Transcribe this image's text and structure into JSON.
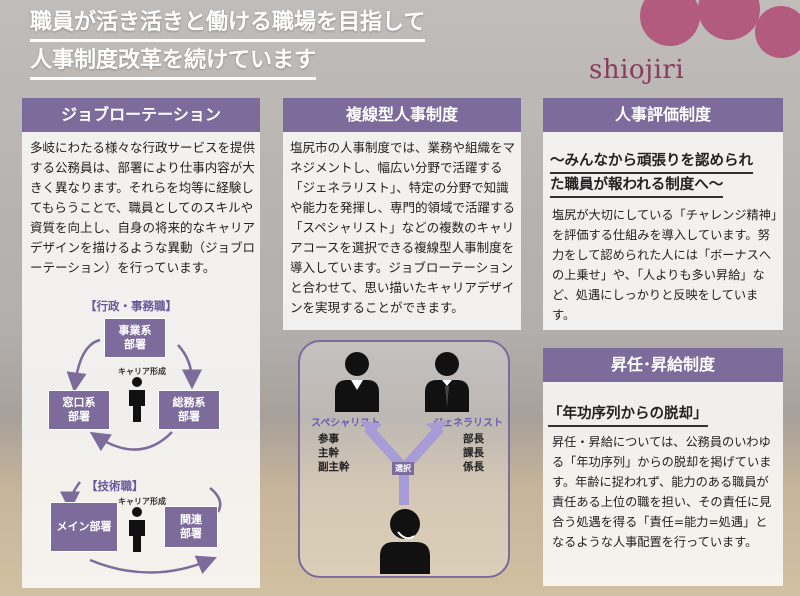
{
  "header": {
    "line1": "職員が活き活きと働ける職場を目指して",
    "line2": "人事制度改革を続けています"
  },
  "logo": {
    "text": "shiojiri"
  },
  "colors": {
    "accent": "#7d6b9b",
    "logo": "#b25b7e"
  },
  "job_rotation": {
    "title": "ジョブローテーション",
    "body": "多岐にわたる様々な行政サービスを提供する公務員は、部署により仕事内容が大きく異なります。それらを均等に経験してもらうことで、職員としてのスキルや資質を向上し、自身の将来的なキャリアデザインを描けるような異動（ジョブローテーション）を行っています。",
    "admin_label": "【行政・事務職】",
    "admin_top": "事業系\n部署",
    "admin_left": "窓口系\n部署",
    "admin_right": "総務系\n部署",
    "career_label_1": "キャリア形成",
    "tech_label": "【技術職】",
    "career_label_2": "キャリア形成",
    "tech_main": "メイン部署",
    "tech_related": "関連\n部署"
  },
  "multi_track": {
    "title": "複線型人事制度",
    "body": "塩尻市の人事制度では、業務や組織をマネジメントし、幅広い分野で活躍する「ジェネラリスト」、特定の分野で知識や能力を発揮し、専門的領域で活躍する「スペシャリスト」などの複数のキャリアコースを選択できる複線型人事制度を導入しています。ジョブローテーションと合わせて、思い描いたキャリアデザインを実現することができます。",
    "specialist": "スペシャリスト",
    "generalist": "ジェネラリスト",
    "specialist_ranks": [
      "参事",
      "主幹",
      "副主幹"
    ],
    "generalist_ranks": [
      "部長",
      "課長",
      "係長"
    ],
    "select": "選択"
  },
  "evaluation": {
    "title": "人事評価制度",
    "subtitle_line1": "～みんなから頑張りを認められ",
    "subtitle_line2": "た職員が報われる制度へ～",
    "body": "塩尻が大切にしている「チャレンジ精神」を評価する仕組みを導入しています。努力をして認められた人には「ボーナスへの上乗せ」や、「人よりも多い昇給」など、処遇にしっかりと反映をしています。"
  },
  "promotion": {
    "title": "昇任･昇給制度",
    "subtitle": "「年功序列からの脱却」",
    "body": "昇任・昇給については、公務員のいわゆる「年功序列」からの脱却を掲げています。年齢に捉われず、能力のある職員が責任ある上位の職を担い、その責任に見合う処遇を得る「責任=能力=処遇」となるような人事配置を行っています。"
  }
}
